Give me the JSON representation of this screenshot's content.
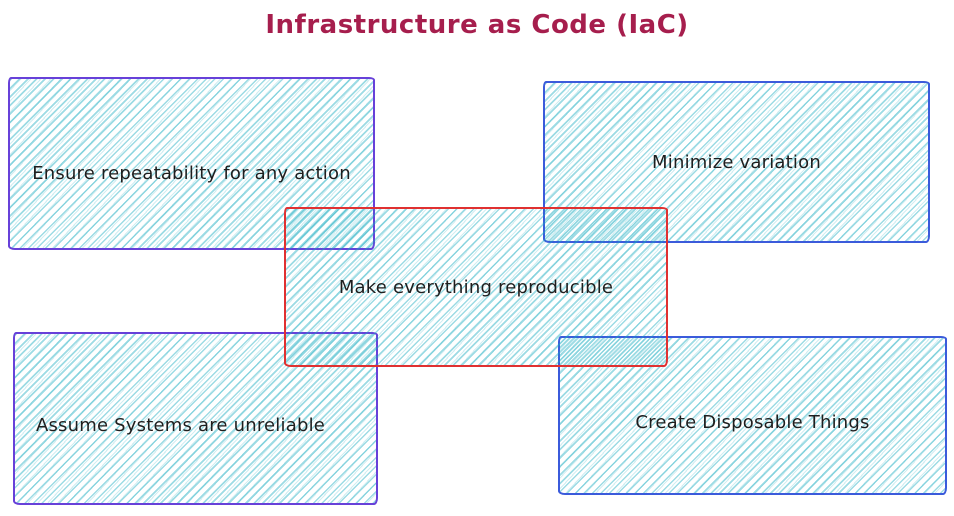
{
  "title": {
    "text": "Infrastructure as Code (IaC)",
    "color": "#a61e4d"
  },
  "canvas": {
    "background_color": "#ffffff",
    "fill_style": "hachure",
    "hatch_color": "#15aabf",
    "text_color": "#1e1e1e"
  },
  "boxes": [
    {
      "id": "ensure-repeatability",
      "label": "Ensure repeatability for any action",
      "border_color": "#6741d9",
      "placement": "top-left"
    },
    {
      "id": "minimize-variation",
      "label": "Minimize variation",
      "border_color": "#3b5bdb",
      "placement": "top-right"
    },
    {
      "id": "make-everything-reproducible",
      "label": "Make everything reproducible",
      "border_color": "#e03131",
      "placement": "center"
    },
    {
      "id": "assume-systems-unreliable",
      "label": "Assume Systems are unreliable",
      "border_color": "#6741d9",
      "placement": "bottom-left"
    },
    {
      "id": "create-disposable-things",
      "label": "Create Disposable Things",
      "border_color": "#3b5bdb",
      "placement": "bottom-right"
    }
  ]
}
